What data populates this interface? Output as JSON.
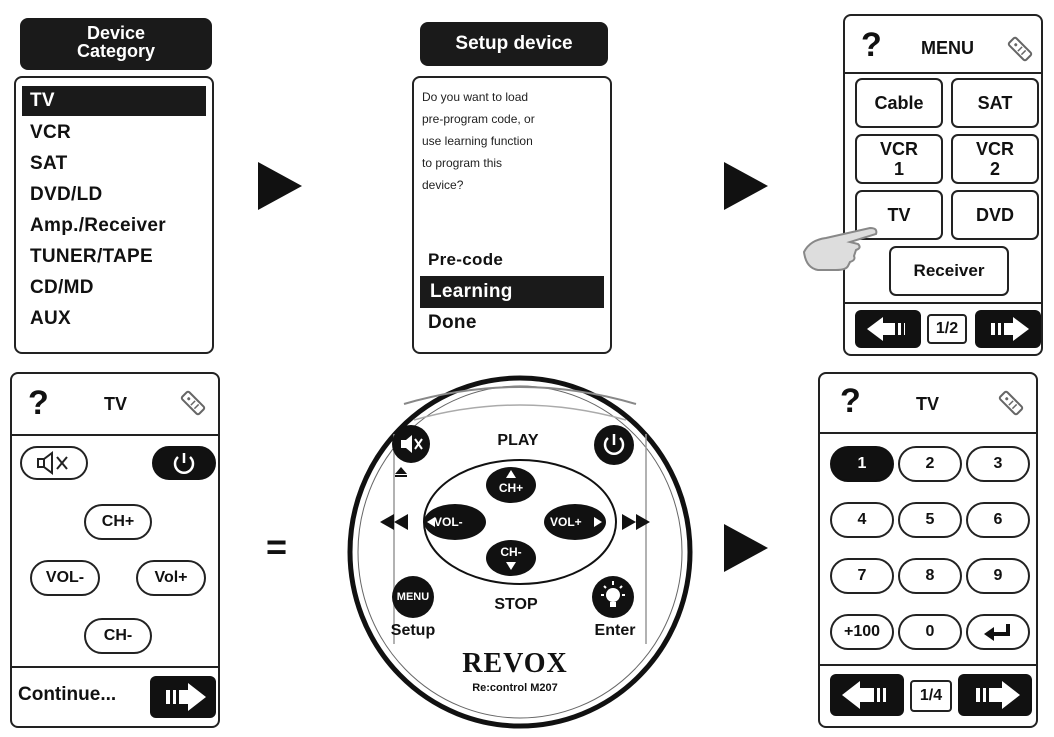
{
  "device_category": {
    "title_line1": "Device",
    "title_line2": "Category",
    "items": [
      "TV",
      "VCR",
      "SAT",
      "DVD/LD",
      "Amp./Receiver",
      "TUNER/TAPE",
      "CD/MD",
      "AUX"
    ],
    "selected_index": 0
  },
  "setup_device": {
    "title": "Setup device",
    "question_lines": [
      "Do you want to load",
      "pre-program code, or",
      "use learning function",
      "to program this",
      "device?"
    ],
    "options": [
      "Pre-code",
      "Learning",
      "Done"
    ],
    "selected_index": 1
  },
  "menu_screen": {
    "help": "?",
    "title": "MENU",
    "buttons": {
      "cable": "Cable",
      "sat": "SAT",
      "vcr1_a": "VCR",
      "vcr1_b": "1",
      "vcr2_a": "VCR",
      "vcr2_b": "2",
      "tv": "TV",
      "dvd": "DVD",
      "receiver": "Receiver"
    },
    "page": "1/2"
  },
  "tv_control_screen": {
    "help": "?",
    "title": "TV",
    "ch_plus": "CH+",
    "vol_minus": "VOL-",
    "vol_plus": "Vol+",
    "ch_minus": "CH-",
    "continue": "Continue..."
  },
  "equals": "=",
  "remote": {
    "play": "PLAY",
    "stop": "STOP",
    "ch_plus": "CH+",
    "ch_minus": "CH-",
    "vol_minus": "VOL-",
    "vol_plus": "VOL+",
    "menu": "MENU",
    "setup": "Setup",
    "enter": "Enter",
    "brand": "REVOX",
    "model": "Re:control M207"
  },
  "keypad_screen": {
    "help": "?",
    "title": "TV",
    "keys": [
      "1",
      "2",
      "3",
      "4",
      "5",
      "6",
      "7",
      "8",
      "9",
      "+100",
      "0"
    ],
    "page": "1/4"
  }
}
